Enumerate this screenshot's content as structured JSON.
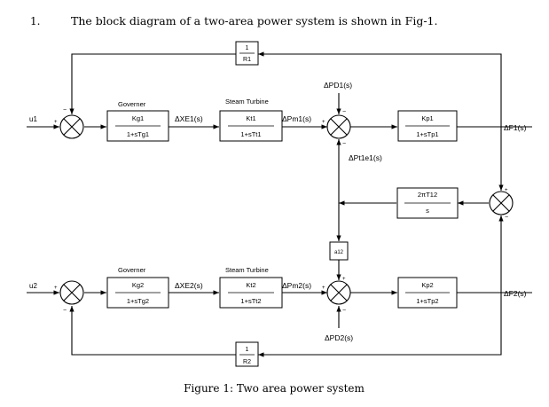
{
  "question": {
    "number": "1.",
    "text": "The block diagram of a two-area power system is shown in Fig-1."
  },
  "caption": "Figure 1: Two area power system",
  "diagram": {
    "inputs": {
      "u1": "u1",
      "u2": "u2"
    },
    "outputs": {
      "f1": "ΔF1(s)",
      "f2": "ΔF2(s)"
    },
    "area1": {
      "governor_title": "Governer",
      "governor_num": "Kg1",
      "governor_den": "1+sTg1",
      "gov_out": "ΔXE1(s)",
      "turbine_title": "Steam Turbine",
      "turbine_num": "Kt1",
      "turbine_den": "1+sTt1",
      "pm": "ΔPm1(s)",
      "load": "ΔPD1(s)",
      "tie": "ΔPt1e1(s)",
      "power_num": "Kp1",
      "power_den": "1+sTp1",
      "droop_num": "1",
      "droop_den": "R1"
    },
    "area2": {
      "governor_title": "Governer",
      "governor_num": "Kg2",
      "governor_den": "1+sTg2",
      "gov_out": "ΔXE2(s)",
      "turbine_title": "Steam Turbine",
      "turbine_num": "Kt2",
      "turbine_den": "1+sTt2",
      "pm": "ΔPm2(s)",
      "load": "ΔPD2(s)",
      "power_num": "Kp2",
      "power_den": "1+sTp2",
      "droop_num": "1",
      "droop_den": "R2"
    },
    "tie_line": {
      "num": "2πT12",
      "den": "s"
    },
    "a12": "a12",
    "signs": {
      "plus": "+",
      "minus": "−"
    }
  }
}
